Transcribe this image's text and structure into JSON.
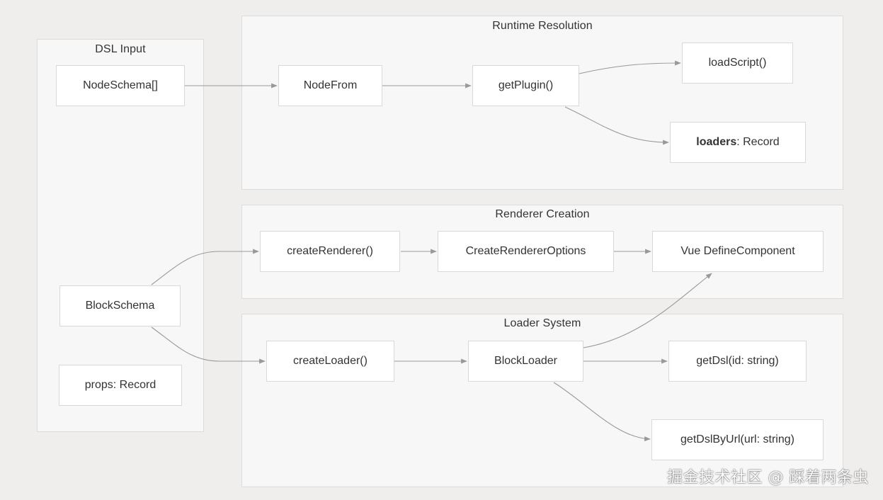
{
  "clusters": {
    "dsl_input": "DSL Input",
    "runtime_resolution": "Runtime Resolution",
    "renderer_creation": "Renderer Creation",
    "loader_system": "Loader System"
  },
  "nodes": {
    "node_schema": "NodeSchema[]",
    "block_schema": "BlockSchema",
    "props_record": "props: Record",
    "node_from": "NodeFrom",
    "get_plugin": "getPlugin()",
    "load_script": "loadScript()",
    "loaders_bold": "loaders",
    "loaders_rest": ": Record",
    "create_renderer": "createRenderer()",
    "create_renderer_options": "CreateRendererOptions",
    "vue_define_component": "Vue DefineComponent",
    "create_loader": "createLoader()",
    "block_loader": "BlockLoader",
    "get_dsl": "getDsl(id: string)",
    "get_dsl_by_url": "getDslByUrl(url: string)"
  },
  "watermark": "掘金技术社区 @ 踩着两条虫",
  "colors": {
    "background": "#efeeec",
    "cluster_fill": "#f7f7f7",
    "node_fill": "#ffffff",
    "border": "#d9d9d9",
    "edge": "#999999"
  }
}
